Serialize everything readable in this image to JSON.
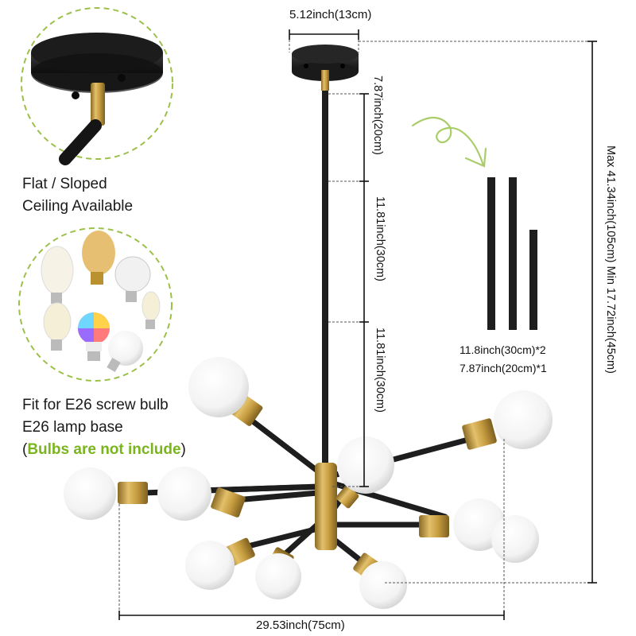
{
  "product": {
    "type": "Sputnik chandelier dimension diagram",
    "colors": {
      "accent_green": "#7ab51d",
      "finish_black": "#1e1e1e",
      "finish_brass": "#c9a14a",
      "bulb_white": "#f4f4f4"
    }
  },
  "features": {
    "ceiling": {
      "icon": "ceiling-canopy-icon",
      "line1": "Flat / Sloped",
      "line2": "Ceiling Available"
    },
    "bulbs": {
      "icon": "bulb-variety-icon",
      "line1": "Fit for E26 screw bulb",
      "line2": "E26 lamp base",
      "note_open": "(",
      "note_highlight": "Bulbs are not include",
      "note_close": ")"
    }
  },
  "dimensions": {
    "canopy_width": "5.12inch(13cm)",
    "rod_segments": [
      "7.87inch(20cm)",
      "11.81inch(30cm)",
      "11.81inch(30cm)"
    ],
    "total_height": "Max 41.34inch(105cm)  Min 17.72inch(45cm)",
    "overall_width": "29.53inch(75cm)",
    "extension_rods": {
      "line1": "11.8inch(30cm)*2",
      "line2": "7.87inch(20cm)*1"
    }
  }
}
